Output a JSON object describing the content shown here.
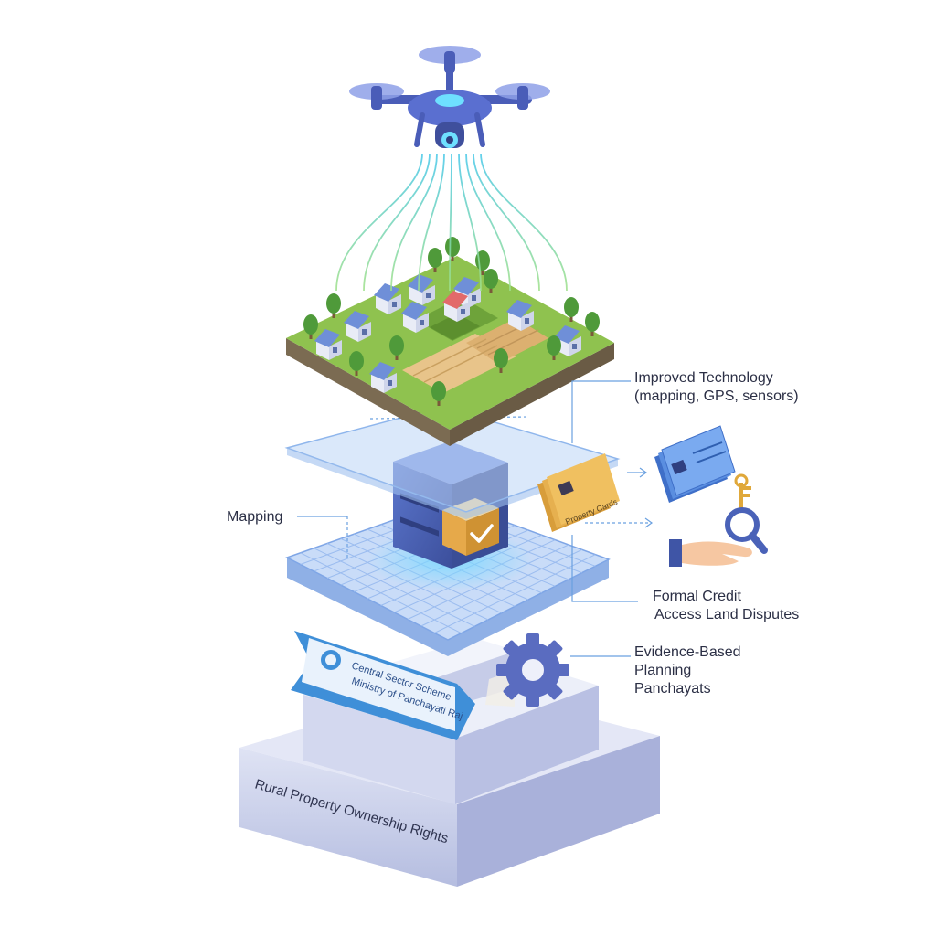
{
  "labels": {
    "technology": {
      "line1": "Improved Technology",
      "line2": "(mapping, GPS, sensors)"
    },
    "mapping": "Mapping",
    "credit": {
      "line1": "Formal Credit",
      "line2": "Access Land Disputes"
    },
    "planning": {
      "line1": "Evidence-Based",
      "line2": "Planning",
      "line3": "Panchayats"
    }
  },
  "banner": {
    "line1": "Central Sector Scheme",
    "line2": "Ministry of Panchayati Raj"
  },
  "card_text": "Property Cards",
  "base_text": "Rural Property Ownership Rights",
  "icons": [
    "drone-icon",
    "village-icon",
    "database-icon",
    "check-icon",
    "property-card-icon",
    "id-card-icon",
    "key-icon",
    "magnifier-icon",
    "hand-icon",
    "gear-icon",
    "emblem-icon"
  ],
  "colors": {
    "drone": "#5a6fd0",
    "drone_light": "#6ee0ff",
    "grass": "#8fc24f",
    "layer": "#bcd6f6",
    "grid": "#a9c8f4",
    "cube": "#4a62b8",
    "box": "#e6a94a",
    "card": "#f0c060",
    "banner": "#3f8fd8",
    "base": "#c9cfea",
    "gear": "#5a6cc0",
    "leader": "#6aa0e0"
  }
}
